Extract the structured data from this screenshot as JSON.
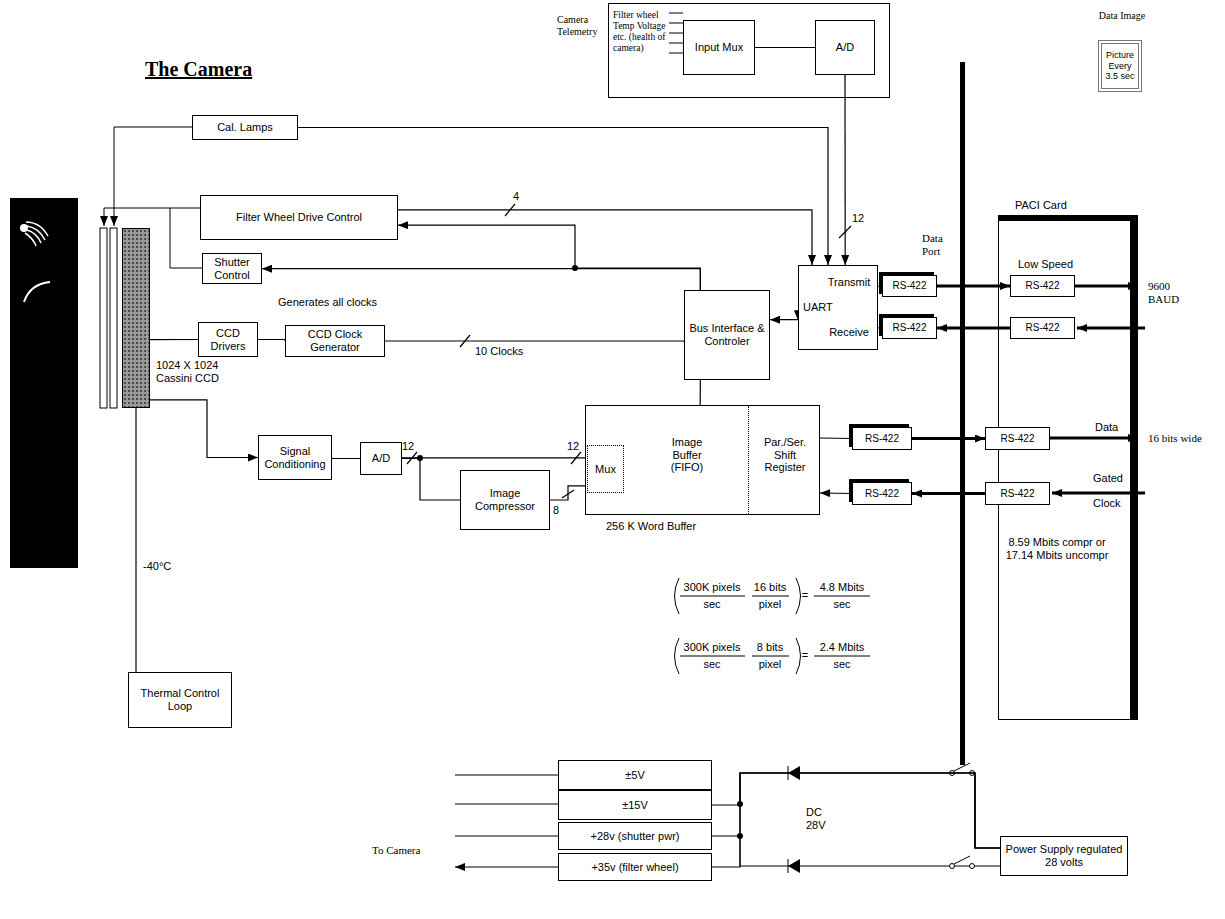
{
  "diagram": {
    "title": "The Camera",
    "nodes": [
      {
        "text": [
          "Camera Telemetry",
          "Filter wheel Temp Voltage etc. (health of camera)"
        ]
      },
      {
        "text": [
          "Input Mux"
        ],
        "in": 0
      },
      {
        "text": [
          "A/D"
        ],
        "in": 0
      },
      {
        "text": [
          "Data Image",
          "Picture Every 3.5 sec"
        ]
      },
      {
        "text": [
          "Cal. Lamps"
        ]
      },
      {
        "text": [
          "Filter Wheel Drive Control"
        ]
      },
      {
        "text": [
          "Shutter Control"
        ]
      },
      {
        "text": [
          "PACI Card",
          "8.59 Mbits compr or 17.14 Mbits uncompr"
        ]
      },
      {
        "text": [
          "RS-422"
        ],
        "in": 7
      },
      {
        "text": [
          "RS-422"
        ],
        "in": 7
      },
      {
        "text": [
          "RS-422"
        ],
        "in": 7
      },
      {
        "text": [
          "RS-422"
        ],
        "in": 7
      },
      {
        "text": [
          "Transmit",
          "UART",
          "Receive"
        ]
      },
      {
        "text": [
          "RS-422"
        ]
      },
      {
        "text": [
          "RS-422"
        ]
      },
      {
        "text": [
          "CCD Drivers"
        ]
      },
      {
        "text": [
          "CCD Clock Generator"
        ]
      },
      {
        "text": [
          "Bus Interface & Controler"
        ]
      },
      {
        "text": [
          "1024 X 1024 Cassini CCD"
        ]
      },
      {
        "text": [
          "Signal Conditioning"
        ]
      },
      {
        "text": [
          "A/D"
        ]
      },
      {
        "text": [
          "Image Buffer (FIFO)",
          "Par./Ser. Shift Register",
          "256 K Word Buffer"
        ]
      },
      {
        "text": [
          "Mux"
        ],
        "in": 21
      },
      {
        "text": [
          "RS-422"
        ]
      },
      {
        "text": [
          "RS-422"
        ]
      },
      {
        "text": [
          "Image Compressor"
        ]
      },
      {
        "text": [
          "Thermal Control Loop"
        ]
      },
      {
        "text": [
          "±5V"
        ]
      },
      {
        "text": [
          "±15V"
        ]
      },
      {
        "text": [
          "+28v (shutter pwr)"
        ]
      },
      {
        "text": [
          "+35v (filter wheel)"
        ]
      },
      {
        "text": [
          "Power Supply regulated 28 volts"
        ]
      }
    ],
    "edges": [
      {
        "from": 1,
        "to": 2,
        "arrow": "none"
      },
      {
        "from": 2,
        "to": 12,
        "arrow": "to",
        "label": "12"
      },
      {
        "from": 4,
        "to": 12,
        "arrow": "to"
      },
      {
        "from": 5,
        "to": 12,
        "arrow": "to",
        "label": "4"
      },
      {
        "from": 17,
        "to": 5,
        "arrow": "to"
      },
      {
        "from": 17,
        "to": 6,
        "arrow": "to"
      },
      {
        "from": 12,
        "to": 17,
        "arrow": "both"
      },
      {
        "from": 17,
        "to": 16,
        "arrow": "none",
        "label": "10 Clocks"
      },
      {
        "from": 16,
        "to": 15,
        "arrow": "none"
      },
      {
        "from": 15,
        "to": 18,
        "arrow": "none"
      },
      {
        "from": 18,
        "to": 19,
        "arrow": "to"
      },
      {
        "from": 19,
        "to": 20,
        "arrow": "none"
      },
      {
        "from": 20,
        "to": 22,
        "arrow": "none",
        "label": "12"
      },
      {
        "from": 20,
        "to": 25,
        "arrow": "none"
      },
      {
        "from": 25,
        "to": 22,
        "arrow": "none",
        "label": "8"
      },
      {
        "from": 17,
        "to": 21,
        "arrow": "none"
      },
      {
        "from": 21,
        "to": 23,
        "arrow": "none"
      },
      {
        "from": 24,
        "to": 21,
        "arrow": "to"
      },
      {
        "from": 23,
        "to": 10,
        "arrow": "to"
      },
      {
        "from": 11,
        "to": 24,
        "arrow": "to"
      },
      {
        "from": 13,
        "to": 8,
        "arrow": "to"
      },
      {
        "from": 9,
        "to": 14,
        "arrow": "to"
      },
      {
        "from": 12,
        "to": 13,
        "arrow": "none"
      },
      {
        "from": 14,
        "to": 12,
        "arrow": "none"
      },
      {
        "from": 18,
        "to": 26,
        "arrow": "none"
      },
      {
        "from": 31,
        "to": 28,
        "arrow": "none"
      },
      {
        "from": 31,
        "to": 29,
        "arrow": "none"
      },
      {
        "from": 31,
        "to": 30,
        "arrow": "none"
      }
    ],
    "labels": [
      "Generates all clocks",
      "12",
      "Data Port",
      "Low Speed",
      "9600 BAUD",
      "Data",
      "16 bits wide",
      "Gated",
      "Clock",
      "-40°C",
      "DC 28V",
      "To Camera",
      "300K pixels",
      "sec",
      "16 bits",
      "pixel",
      "=",
      "4.8 Mbits",
      "sec",
      "300K pixels",
      "sec",
      "8 bits",
      "pixel",
      "=",
      "2.4 Mbits",
      "sec"
    ]
  }
}
